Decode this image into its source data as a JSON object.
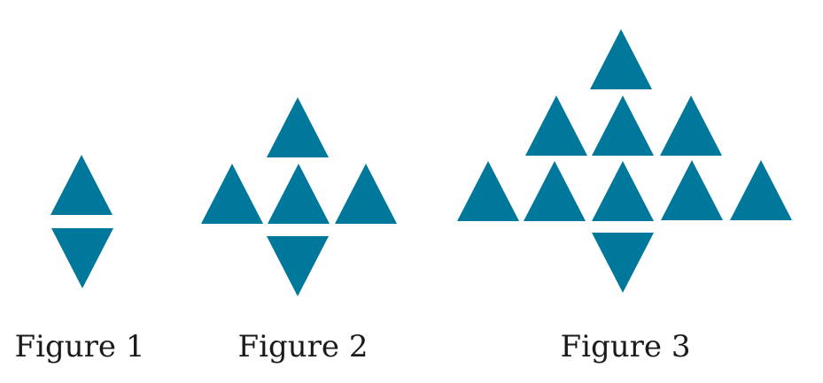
{
  "figures": [
    {
      "caption": "Figure 1",
      "up_count": 1,
      "down_count": 1
    },
    {
      "caption": "Figure 2",
      "up_count": 4,
      "down_count": 1
    },
    {
      "caption": "Figure 3",
      "up_count": 9,
      "down_count": 1
    }
  ],
  "colors": {
    "triangle": "#00789C",
    "text": "#1a1a1a",
    "background": "#ffffff"
  }
}
